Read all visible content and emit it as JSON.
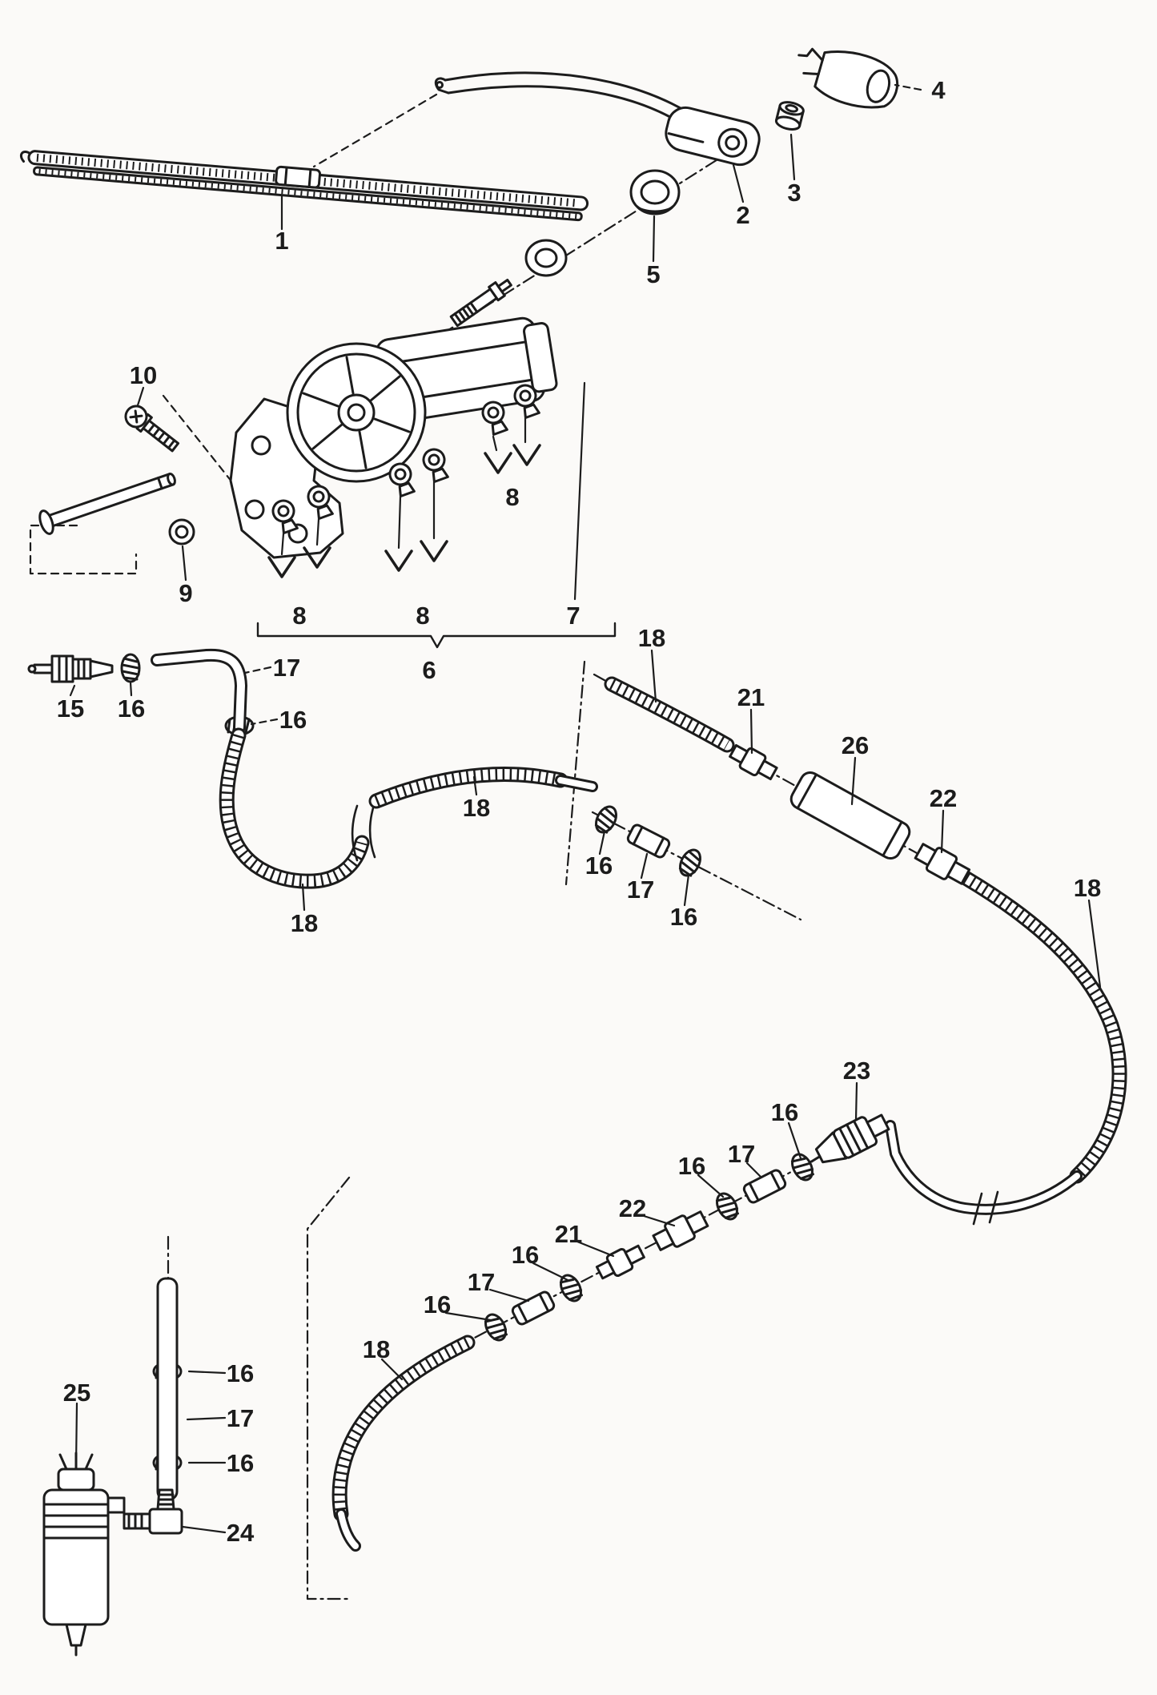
{
  "page": {
    "colors": {
      "ink": "#1c1c1c",
      "paper": "#fbfaf8",
      "part_fill": "#ffffff"
    }
  },
  "diagram": {
    "type": "exploded-parts-diagram",
    "callouts": [
      {
        "label": "1"
      },
      {
        "label": "2"
      },
      {
        "label": "3"
      },
      {
        "label": "4"
      },
      {
        "label": "5"
      },
      {
        "label": "10"
      },
      {
        "label": "8"
      },
      {
        "label": "9"
      },
      {
        "label": "8"
      },
      {
        "label": "8"
      },
      {
        "label": "7"
      },
      {
        "label": "6"
      },
      {
        "label": "15"
      },
      {
        "label": "16"
      },
      {
        "label": "17"
      },
      {
        "label": "16"
      },
      {
        "label": "18"
      },
      {
        "label": "21"
      },
      {
        "label": "26"
      },
      {
        "label": "22"
      },
      {
        "label": "18"
      },
      {
        "label": "16"
      },
      {
        "label": "17"
      },
      {
        "label": "16"
      },
      {
        "label": "18"
      },
      {
        "label": "18"
      },
      {
        "label": "23"
      },
      {
        "label": "16"
      },
      {
        "label": "17"
      },
      {
        "label": "16"
      },
      {
        "label": "22"
      },
      {
        "label": "21"
      },
      {
        "label": "16"
      },
      {
        "label": "17"
      },
      {
        "label": "16"
      },
      {
        "label": "18"
      },
      {
        "label": "25"
      },
      {
        "label": "16"
      },
      {
        "label": "17"
      },
      {
        "label": "16"
      },
      {
        "label": "24"
      }
    ]
  }
}
